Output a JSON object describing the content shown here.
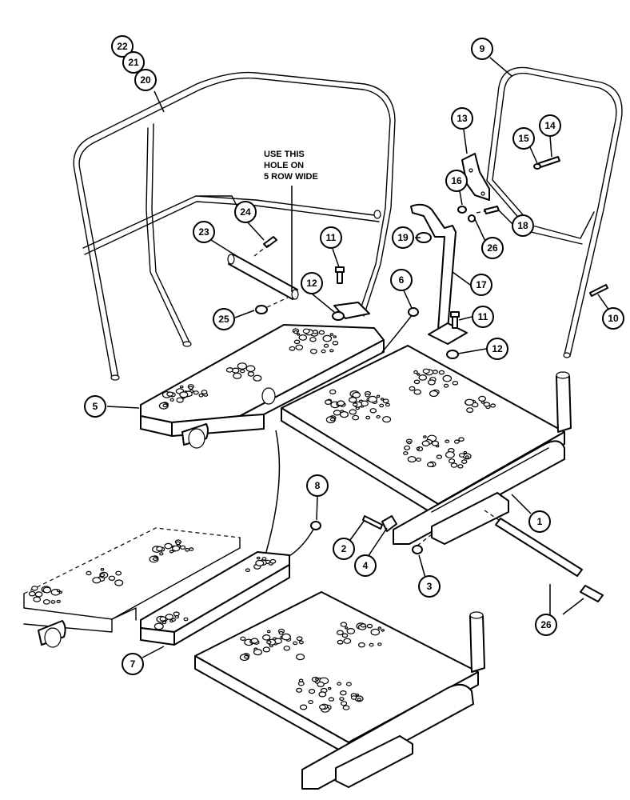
{
  "note": {
    "lines": [
      "USE THIS",
      "HOLE ON",
      "5 ROW WIDE"
    ]
  },
  "callouts": [
    {
      "id": "c22",
      "label": "22"
    },
    {
      "id": "c21",
      "label": "21"
    },
    {
      "id": "c20",
      "label": "20"
    },
    {
      "id": "c9",
      "label": "9"
    },
    {
      "id": "c13",
      "label": "13"
    },
    {
      "id": "c14",
      "label": "14"
    },
    {
      "id": "c15",
      "label": "15"
    },
    {
      "id": "c16",
      "label": "16"
    },
    {
      "id": "c18",
      "label": "18"
    },
    {
      "id": "c26a",
      "label": "26"
    },
    {
      "id": "c19",
      "label": "19"
    },
    {
      "id": "c24",
      "label": "24"
    },
    {
      "id": "c23",
      "label": "23"
    },
    {
      "id": "c11a",
      "label": "11"
    },
    {
      "id": "c12a",
      "label": "12"
    },
    {
      "id": "c25",
      "label": "25"
    },
    {
      "id": "c6",
      "label": "6"
    },
    {
      "id": "c17",
      "label": "17"
    },
    {
      "id": "c11b",
      "label": "11"
    },
    {
      "id": "c12b",
      "label": "12"
    },
    {
      "id": "c10",
      "label": "10"
    },
    {
      "id": "c5",
      "label": "5"
    },
    {
      "id": "c1",
      "label": "1"
    },
    {
      "id": "c8",
      "label": "8"
    },
    {
      "id": "c2",
      "label": "2"
    },
    {
      "id": "c4",
      "label": "4"
    },
    {
      "id": "c3",
      "label": "3"
    },
    {
      "id": "c26b",
      "label": "26"
    },
    {
      "id": "c7",
      "label": "7"
    }
  ]
}
